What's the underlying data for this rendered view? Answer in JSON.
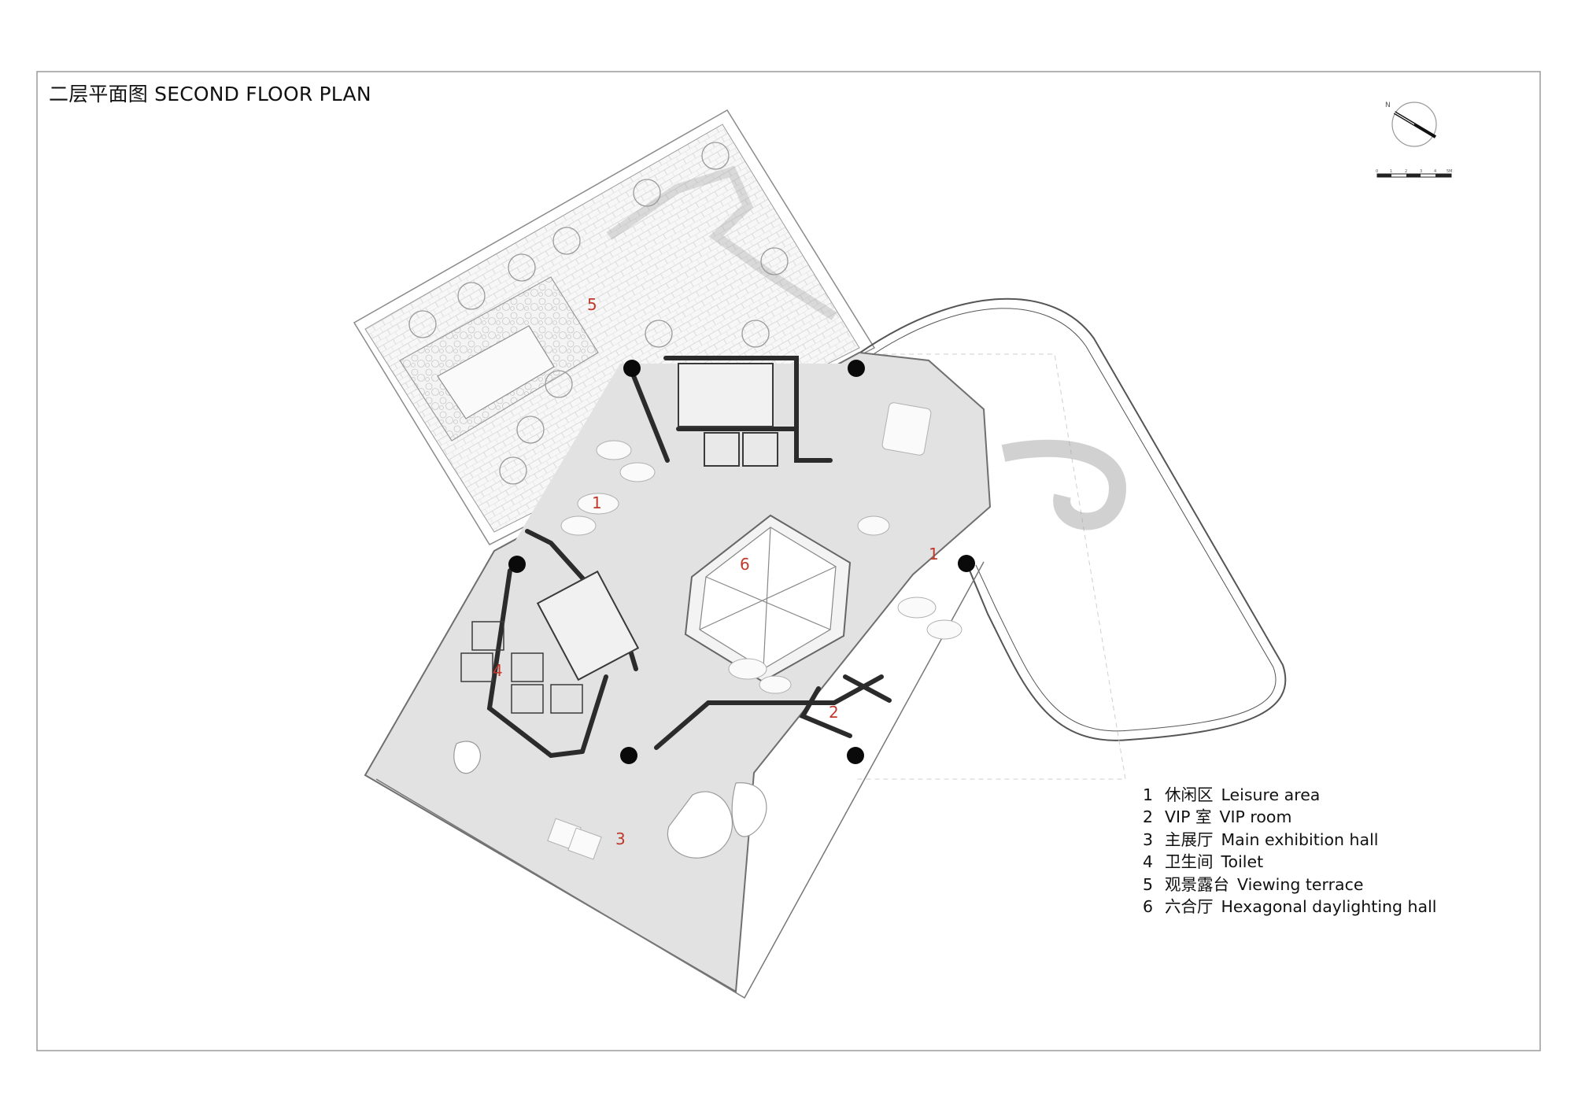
{
  "title": "二层平面图 SECOND FLOOR PLAN",
  "compass": {
    "north_label": "N"
  },
  "scale_bar": {
    "ticks": [
      "0",
      "1",
      "2",
      "3",
      "4",
      "5M"
    ]
  },
  "room_numbers": [
    "1",
    "1",
    "2",
    "3",
    "4",
    "5",
    "6"
  ],
  "legend": [
    {
      "num": "1",
      "zh": "休闲区",
      "en": "Leisure  area"
    },
    {
      "num": "2",
      "zh": "VIP 室",
      "en": "VIP room"
    },
    {
      "num": "3",
      "zh": "主展厅",
      "en": "Main exhibition hall"
    },
    {
      "num": "4",
      "zh": "卫生间",
      "en": "Toilet"
    },
    {
      "num": "5",
      "zh": "观景露台",
      "en": "Viewing terrace"
    },
    {
      "num": "6",
      "zh": "六合厅",
      "en": "Hexagonal daylighting hall"
    }
  ],
  "colors": {
    "floor_fill": "#e2e2e2",
    "terrace_fill": "#f3f3f3",
    "wall": "#2b2b2b",
    "room_number": "#c0392b",
    "frame": "#9a9a9a"
  }
}
